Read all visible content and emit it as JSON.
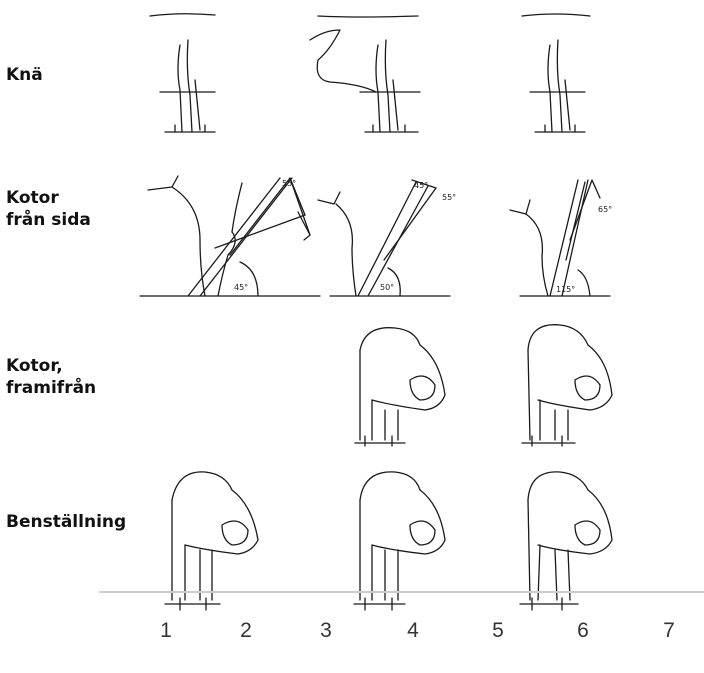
{
  "row_labels": {
    "kna": "Knä",
    "kotor_sida": "Kotor\nfrån sida",
    "kotor_fram": "Kotor,\nframifrån",
    "benstallning": "Benställning"
  },
  "angle_labels": {
    "col1_upper": "55°",
    "col1_lower": "45°",
    "col4_upper_left": "45°",
    "col4_upper_right": "55°",
    "col4_lower": "50°",
    "col6_upper": "65°",
    "col6_lower": "115°"
  },
  "scale_numbers": [
    "1",
    "2",
    "3",
    "4",
    "5",
    "6",
    "7"
  ],
  "colors": {
    "ink": "#1a1a1a",
    "divider": "#cccccc",
    "background": "#ffffff"
  }
}
